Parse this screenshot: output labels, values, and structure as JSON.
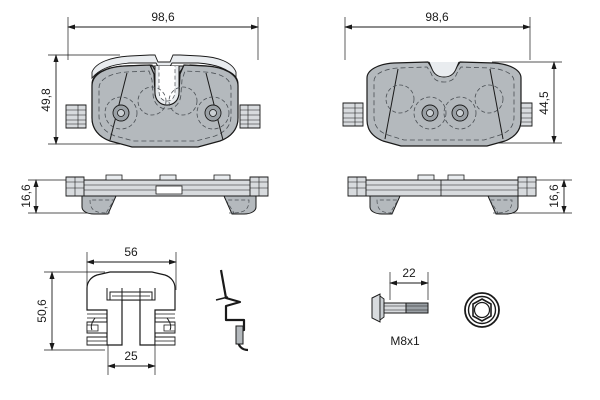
{
  "drawing": {
    "title": "Brake pad set technical drawing",
    "background_color": "#ffffff",
    "line_color": "#1a1a1a",
    "pad_fill": "#b4b9bd",
    "pad_fill_light": "#c9ced2",
    "pad_fill_dark": "#9aa0a5",
    "metal_fill": "#d8dbde"
  },
  "views": {
    "front_pad_left": {
      "name": "Front brake pad - face view (left)",
      "width_label": "98,6",
      "height_label": "49,8",
      "circle_count": 4,
      "has_top_notch": true
    },
    "front_pad_right": {
      "name": "Front brake pad - face view (right)",
      "width_label": "98,6",
      "height_label": "44,5",
      "circle_count": 4,
      "has_top_notch": true
    },
    "side_pad_left": {
      "name": "Brake pad - side profile (left)",
      "thickness_label": "16,6"
    },
    "side_pad_right": {
      "name": "Brake pad - side profile (right)",
      "thickness_label": "16,6"
    },
    "clip": {
      "name": "Retaining clip - front view",
      "width_label": "56",
      "height_label": "50,6",
      "base_label": "25"
    },
    "spring": {
      "name": "Spring wire clip - profile view"
    },
    "bolt": {
      "name": "Hex flange bolt",
      "length_label": "22",
      "thread_label": "M8x1"
    },
    "washer": {
      "name": "Hex washer - end view"
    }
  },
  "labels": {
    "dim_98_6_left": "98,6",
    "dim_98_6_right": "98,6",
    "dim_49_8": "49,8",
    "dim_44_5": "44,5",
    "dim_16_6_left": "16,6",
    "dim_16_6_right": "16,6",
    "dim_56": "56",
    "dim_50_6": "50,6",
    "dim_25": "25",
    "dim_22": "22",
    "thread_m8x1": "M8x1"
  }
}
